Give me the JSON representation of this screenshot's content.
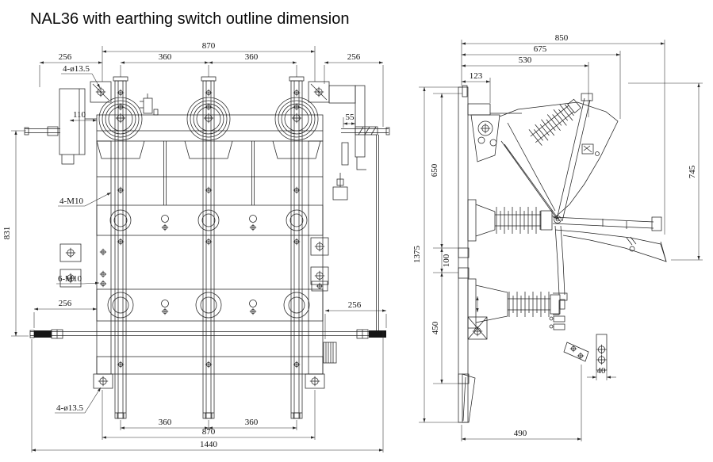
{
  "title": "NAL36 with earthing switch outline dimension",
  "front_view": {
    "dims": {
      "top_870": "870",
      "top_360_left": "360",
      "top_360_right": "360",
      "top_256_left": "256",
      "top_256_right": "256",
      "hole_top": "4-ø13.5",
      "offset_110": "110",
      "offset_55": "55",
      "height_831": "831",
      "bolts_4m10": "4-M10",
      "bolts_6m10": "6-M10",
      "mid_256_left": "256",
      "mid_256_right": "256",
      "bottom_360_left": "360",
      "bottom_360_right": "360",
      "bottom_870": "870",
      "bottom_1440": "1440",
      "hole_bottom": "4-ø13.5"
    }
  },
  "side_view": {
    "dims": {
      "width_850": "850",
      "width_675": "675",
      "width_530": "530",
      "width_123": "123",
      "height_650": "650",
      "height_1375": "1375",
      "height_100": "100",
      "height_450": "450",
      "height_745": "745",
      "width_40": "40",
      "width_490": "490"
    }
  },
  "colors": {
    "line": "#232323",
    "background": "#ffffff"
  }
}
